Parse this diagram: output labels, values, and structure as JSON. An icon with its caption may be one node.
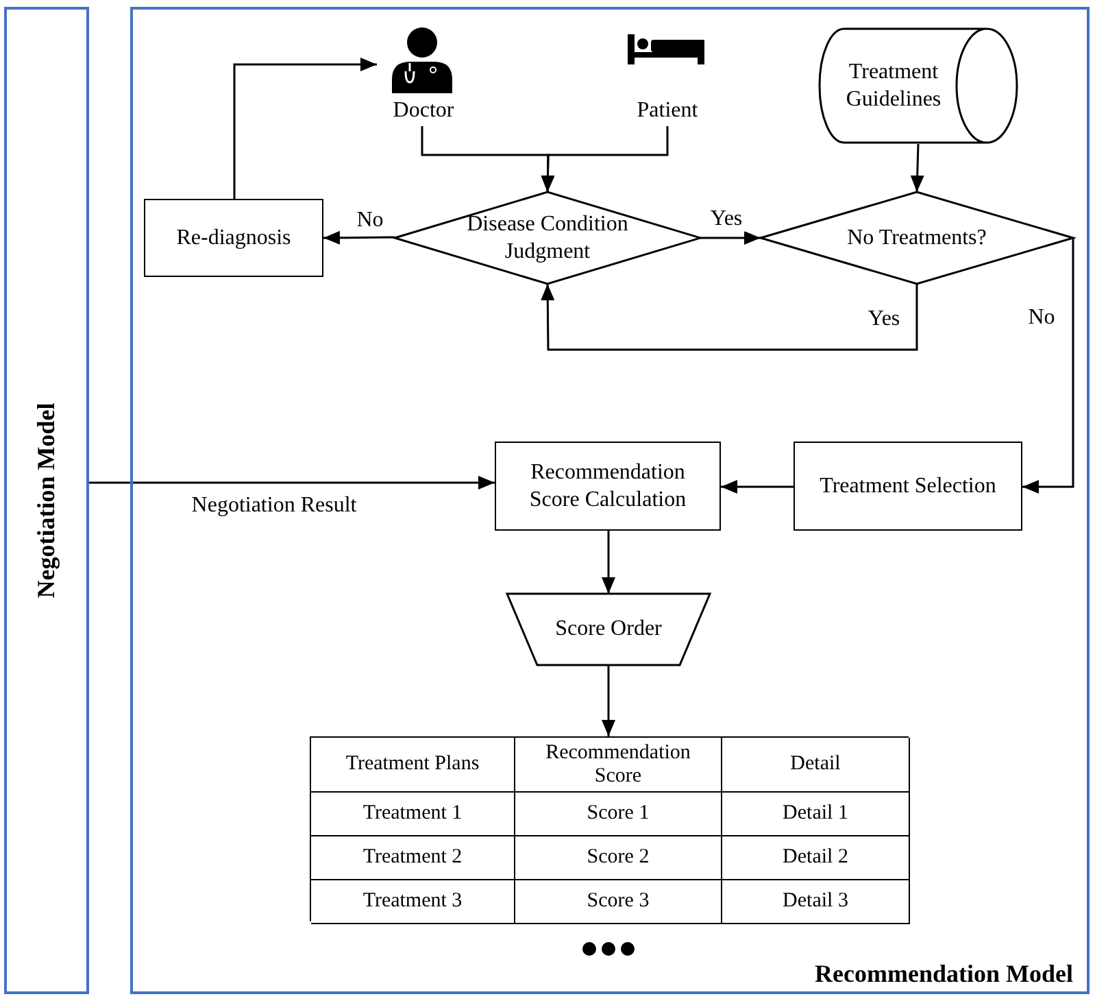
{
  "diagram": {
    "nodes": [
      {
        "text": [
          "Negotiation Model"
        ]
      },
      {
        "text": [
          "Recommendation Model"
        ]
      },
      {
        "text": [
          "Doctor"
        ],
        "in": 1
      },
      {
        "text": [
          "Patient"
        ],
        "in": 1
      },
      {
        "text": [
          "Treatment Guidelines"
        ],
        "in": 1
      },
      {
        "text": [
          "Re-diagnosis"
        ],
        "in": 1
      },
      {
        "text": [
          "Disease Condition Judgment"
        ],
        "in": 1
      },
      {
        "text": [
          "No Treatments?"
        ],
        "in": 1
      },
      {
        "text": [
          "Treatment Selection"
        ],
        "in": 1
      },
      {
        "text": [
          "Recommendation Score Calculation"
        ],
        "in": 1
      },
      {
        "text": [
          "Score Order"
        ],
        "in": 1
      },
      {
        "text": [
          "Treatment Plans",
          "Recommendation Score",
          "Detail",
          "Treatment 1",
          "Score 1",
          "Detail 1",
          "Treatment 2",
          "Score 2",
          "Detail 2",
          "Treatment 3",
          "Score 3",
          "Detail 3"
        ],
        "in": 1
      }
    ],
    "edges": [
      {
        "from": 2,
        "to": 6,
        "arrow": "to"
      },
      {
        "from": 3,
        "to": 6,
        "arrow": "to"
      },
      {
        "from": 4,
        "to": 7,
        "arrow": "to"
      },
      {
        "from": 6,
        "to": 5,
        "label": "No",
        "arrow": "to"
      },
      {
        "from": 6,
        "to": 7,
        "label": "Yes",
        "arrow": "to"
      },
      {
        "from": 7,
        "to": 6,
        "label": "Yes",
        "arrow": "to"
      },
      {
        "from": 7,
        "to": 8,
        "label": "No",
        "arrow": "to"
      },
      {
        "from": 5,
        "to": 2,
        "arrow": "to"
      },
      {
        "from": 8,
        "to": 9,
        "arrow": "to"
      },
      {
        "from": 0,
        "to": 9,
        "label": "Negotiation Result",
        "arrow": "to"
      },
      {
        "from": 9,
        "to": 10,
        "arrow": "to"
      },
      {
        "from": 10,
        "to": 11,
        "arrow": "to"
      }
    ]
  }
}
